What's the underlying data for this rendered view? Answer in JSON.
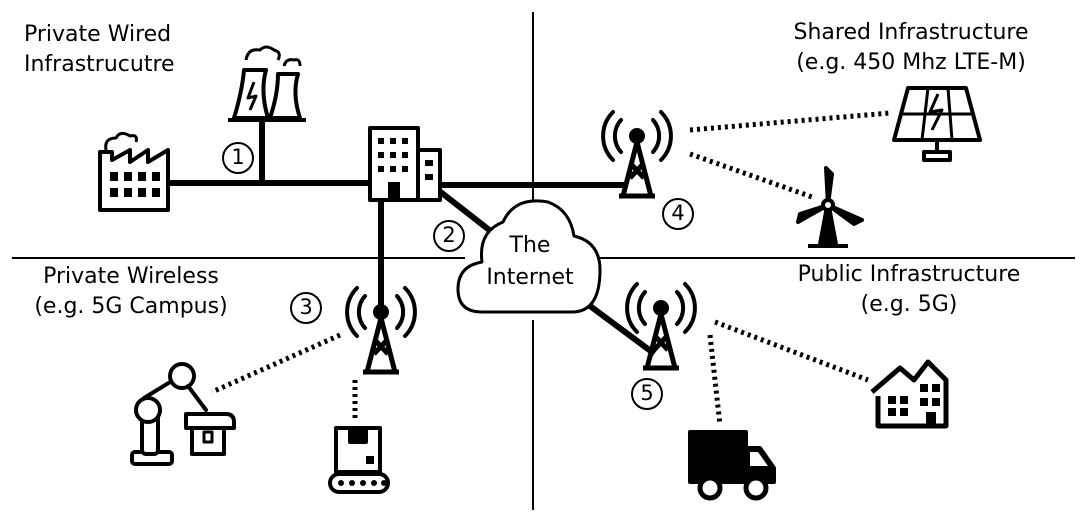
{
  "quadrants": {
    "top_left": {
      "line1": "Private Wired",
      "line2": "Infrastrucutre"
    },
    "top_right": {
      "line1": "Shared Infrastructure",
      "line2": "(e.g. 450 Mhz LTE-M)"
    },
    "bottom_left": {
      "line1": "Private Wireless",
      "line2": "(e.g. 5G Campus)"
    },
    "bottom_right": {
      "line1": "Public Infrastructure",
      "line2": "(e.g. 5G)"
    }
  },
  "cloud": {
    "line1": "The",
    "line2": "Internet"
  },
  "markers": [
    "1",
    "2",
    "3",
    "4",
    "5"
  ],
  "icons": [
    "factory-icon",
    "power-plant-icon",
    "office-building-icon",
    "cloud-icon",
    "antenna-tower-icon",
    "solar-panel-icon",
    "wind-turbine-icon",
    "robot-arm-icon",
    "conveyor-package-icon",
    "delivery-truck-icon",
    "houses-icon"
  ]
}
